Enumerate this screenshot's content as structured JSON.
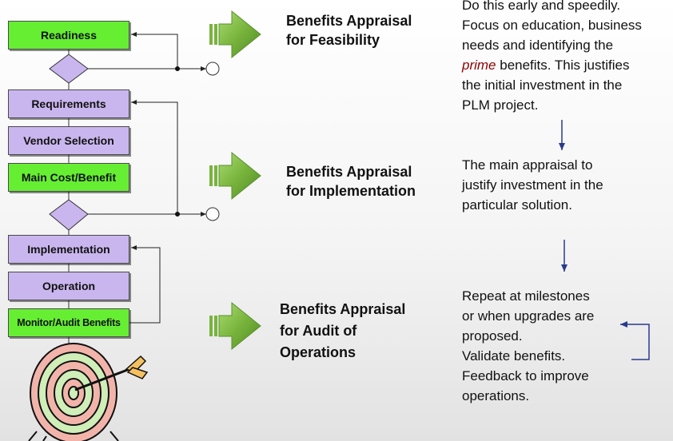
{
  "boxes": [
    {
      "id": "readiness",
      "label": "Readiness",
      "color": "green"
    },
    {
      "id": "requirements",
      "label": "Requirements",
      "color": "purple"
    },
    {
      "id": "vendor-selection",
      "label": "Vendor Selection",
      "color": "purple"
    },
    {
      "id": "main-cost-benefit",
      "label": "Main Cost/Benefit",
      "color": "green"
    },
    {
      "id": "implementation",
      "label": "Implementation",
      "color": "purple"
    },
    {
      "id": "operation",
      "label": "Operation",
      "color": "purple"
    },
    {
      "id": "monitor-audit-benefits",
      "label": "Monitor/Audit Benefits",
      "color": "green"
    }
  ],
  "appraisals": [
    {
      "line1": "Benefits Appraisal",
      "line2": "for Feasibility"
    },
    {
      "line1": "Benefits Appraisal",
      "line2": "for Implementation"
    },
    {
      "line1": "Benefits Appraisal",
      "line2": "for Audit of",
      "line3": "Operations"
    }
  ],
  "descriptions": {
    "feasibility": {
      "line1": "Do this early and speedily.",
      "line2": "Focus on education, business",
      "line3": "needs and identifying the",
      "prime": "prime",
      "line4_rest": " benefits. This justifies",
      "line5": "the initial investment in the",
      "line6": "PLM project."
    },
    "implementation": {
      "line1": "The main appraisal to",
      "line2": "justify investment in the",
      "line3": "particular solution."
    },
    "audit": {
      "line1": "Repeat at milestones",
      "line2": "or when upgrades are",
      "line3": "proposed.",
      "line4": "Validate benefits.",
      "line5": "Feedback to improve",
      "line6": "operations."
    }
  },
  "colors": {
    "green_box": "#66ee33",
    "purple_box": "#c9b6ee",
    "diamond": "#c9b6ee",
    "arrow_green": "#77b43a",
    "connector_blue": "#2a3a8c",
    "prime_text": "#8b0000"
  }
}
